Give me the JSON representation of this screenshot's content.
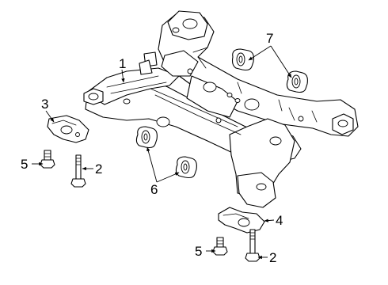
{
  "callouts": [
    {
      "id": "1",
      "text": "1"
    },
    {
      "id": "2a",
      "text": "2"
    },
    {
      "id": "2b",
      "text": "2"
    },
    {
      "id": "3",
      "text": "3"
    },
    {
      "id": "4",
      "text": "4"
    },
    {
      "id": "5a",
      "text": "5"
    },
    {
      "id": "5b",
      "text": "5"
    },
    {
      "id": "6",
      "text": "6"
    },
    {
      "id": "7",
      "text": "7"
    }
  ]
}
